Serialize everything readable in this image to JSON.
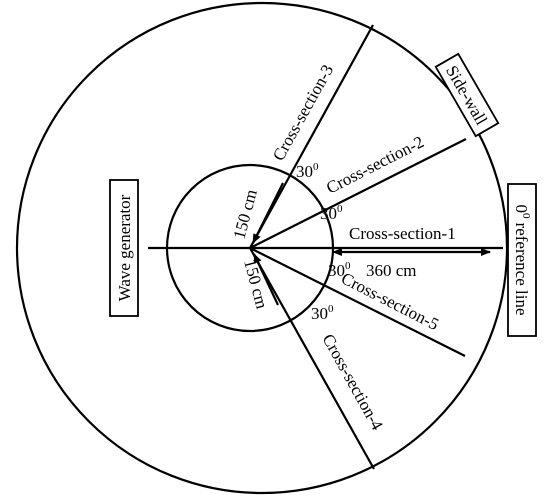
{
  "labels": {
    "side_wall": "Side-wall",
    "reference_line": "reference line",
    "reference_angle": "0",
    "reference_angle_sup": "0",
    "wave_generator": "Wave generator",
    "cs1": "Cross-section-1",
    "cs2": "Cross-section-2",
    "cs3": "Cross-section-3",
    "cs4": "Cross-section-4",
    "cs5": "Cross-section-5",
    "angle_value": "30",
    "angle_sup": "0",
    "dim_150_upper": "150 cm",
    "dim_150_lower": "150 cm",
    "dim_360": "360 cm"
  }
}
